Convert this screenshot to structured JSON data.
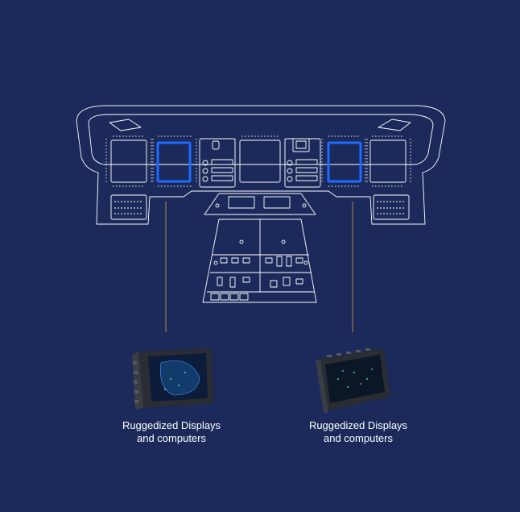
{
  "diagram": {
    "background": "#1b2a5a",
    "line_color": "#ffffff",
    "highlight_color": "#1e6bff",
    "leader_color": "#b08a4a",
    "devices": [
      {
        "caption_line1": "Ruggedized Displays",
        "caption_line2": "and computers"
      },
      {
        "caption_line1": "Ruggedized Displays",
        "caption_line2": "and computers"
      }
    ]
  }
}
